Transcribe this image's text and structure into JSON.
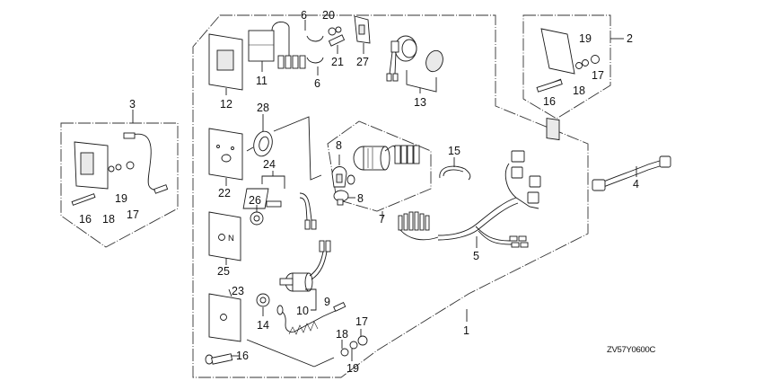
{
  "diagram": {
    "title": "Switch / Wire Harness Parts Diagram",
    "figure_code": "ZV57Y0600C",
    "callouts": {
      "p1": "1",
      "p2": "2",
      "p3": "3",
      "p4": "4",
      "p5": "5",
      "p6a": "6",
      "p6b": "6",
      "p7": "7",
      "p8a": "8",
      "p8b": "8",
      "p9": "9",
      "p10": "10",
      "p11": "11",
      "p12": "12",
      "p13": "13",
      "p14": "14",
      "p15": "15",
      "p16_main": "16",
      "p16_left": "16",
      "p16_right": "16",
      "p17_main": "17",
      "p17_left": "17",
      "p17_right": "17",
      "p18_main": "18",
      "p18_left": "18",
      "p18_right": "18",
      "p19_main": "19",
      "p19_left": "19",
      "p19_right": "19",
      "p20": "20",
      "p21": "21",
      "p22": "22",
      "p23": "23",
      "p24": "24",
      "p25": "25",
      "p26": "26",
      "p27": "27",
      "p28": "28"
    },
    "plate_marks": {
      "plate25_letter": "N"
    }
  }
}
